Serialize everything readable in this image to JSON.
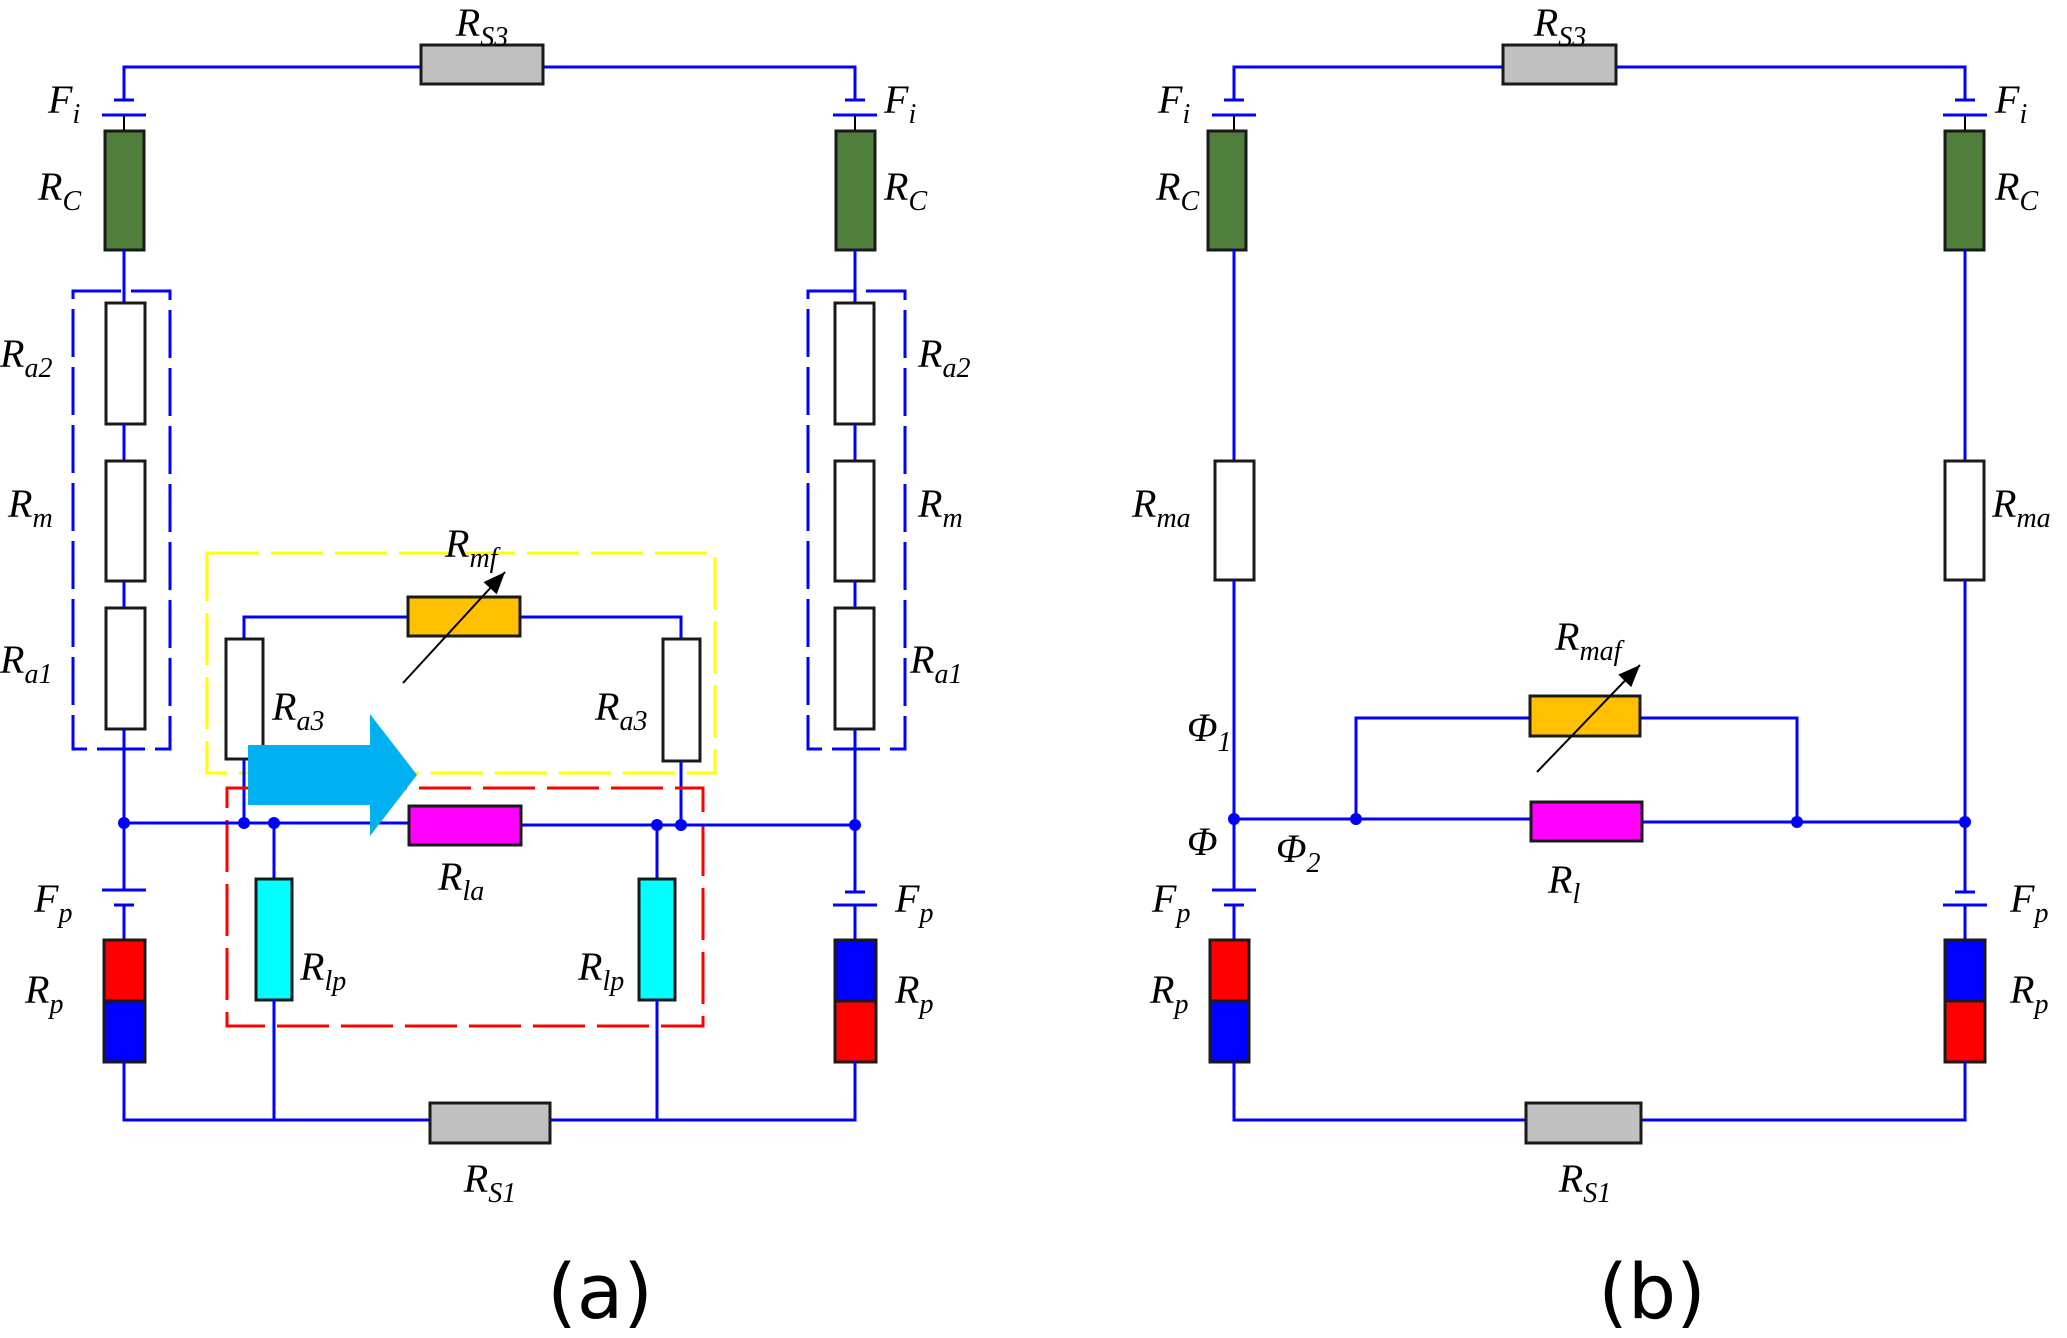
{
  "figure": {
    "panels": [
      {
        "id": "a",
        "caption": "(a)",
        "labels": {
          "rs3": {
            "main": "R",
            "sub": "S3"
          },
          "fi_left": {
            "main": "F",
            "sub": "i"
          },
          "fi_right": {
            "main": "F",
            "sub": "i"
          },
          "rc_left": {
            "main": "R",
            "sub": "C"
          },
          "rc_right": {
            "main": "R",
            "sub": "C"
          },
          "ra2_left": {
            "main": "R",
            "sub": "a2"
          },
          "ra2_right": {
            "main": "R",
            "sub": "a2"
          },
          "rm_left": {
            "main": "R",
            "sub": "m"
          },
          "rm_right": {
            "main": "R",
            "sub": "m"
          },
          "ra1_left": {
            "main": "R",
            "sub": "a1"
          },
          "ra1_right": {
            "main": "R",
            "sub": "a1"
          },
          "rmf": {
            "main": "R",
            "sub": "mf"
          },
          "ra3_left": {
            "main": "R",
            "sub": "a3"
          },
          "ra3_right": {
            "main": "R",
            "sub": "a3"
          },
          "rla": {
            "main": "R",
            "sub": "la"
          },
          "rlp_left": {
            "main": "R",
            "sub": "lp"
          },
          "rlp_right": {
            "main": "R",
            "sub": "lp"
          },
          "fp_left": {
            "main": "F",
            "sub": "p"
          },
          "fp_right": {
            "main": "F",
            "sub": "p"
          },
          "rp_left": {
            "main": "R",
            "sub": "p"
          },
          "rp_right": {
            "main": "R",
            "sub": "p"
          },
          "rs1": {
            "main": "R",
            "sub": "S1"
          }
        }
      },
      {
        "id": "b",
        "caption": "(b)",
        "labels": {
          "rs3": {
            "main": "R",
            "sub": "S3"
          },
          "fi_left": {
            "main": "F",
            "sub": "i"
          },
          "fi_right": {
            "main": "F",
            "sub": "i"
          },
          "rc_left": {
            "main": "R",
            "sub": "C"
          },
          "rc_right": {
            "main": "R",
            "sub": "C"
          },
          "rma_left": {
            "main": "R",
            "sub": "ma"
          },
          "rma_right": {
            "main": "R",
            "sub": "ma"
          },
          "rmaf": {
            "main": "R",
            "sub": "maf"
          },
          "rl": {
            "main": "R",
            "sub": "l"
          },
          "phi1": {
            "main": "Φ",
            "sub": "1"
          },
          "phi": {
            "main": "Φ",
            "sub": ""
          },
          "phi2": {
            "main": "Φ",
            "sub": "2"
          },
          "fp_left": {
            "main": "F",
            "sub": "p"
          },
          "fp_right": {
            "main": "F",
            "sub": "p"
          },
          "rp_left": {
            "main": "R",
            "sub": "p"
          },
          "rp_right": {
            "main": "R",
            "sub": "p"
          },
          "rs1": {
            "main": "R",
            "sub": "S1"
          }
        }
      }
    ],
    "colors": {
      "wire": "#0000ff",
      "stator_resistor": "#c0c0c0",
      "core_resistor": "#507e3c",
      "airgap_resistor": "#ffffff",
      "variable_resistor": "#ffc000",
      "leakage_air_resistor": "#ff00ff",
      "leakage_pm_resistor": "#00ffff",
      "pm_north": "#ff0000",
      "pm_south": "#0000ff",
      "flux_arrow": "#00b0f0",
      "group_box_airgap": "#0000ff",
      "group_box_variable": "#ffff00",
      "group_box_leakage": "#ff0000"
    }
  }
}
